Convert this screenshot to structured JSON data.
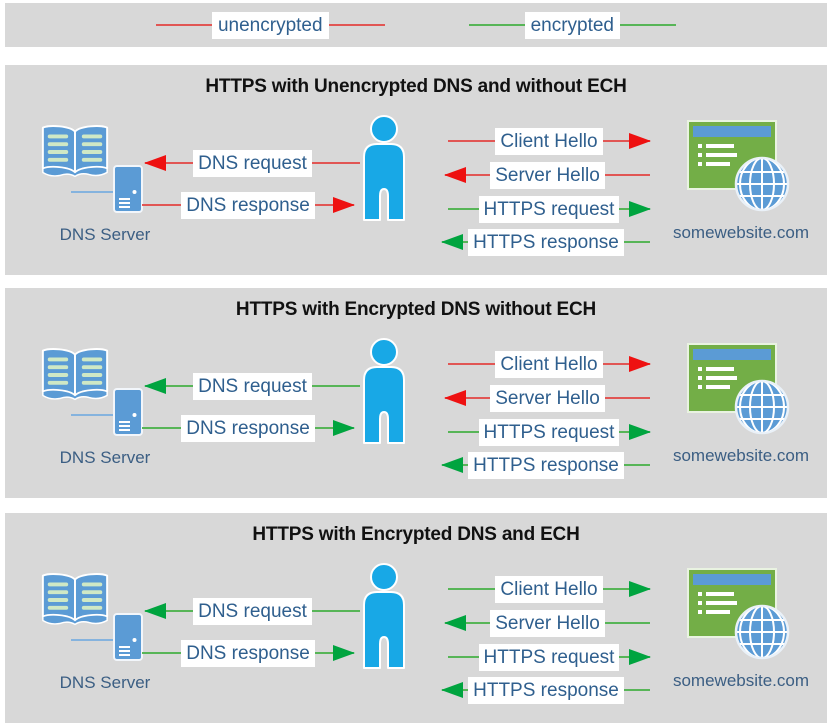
{
  "legend": {
    "items": [
      {
        "label": "unencrypted",
        "color_key": "red"
      },
      {
        "label": "encrypted",
        "color_key": "green"
      }
    ]
  },
  "colors": {
    "panel_background": "#d8d8d8",
    "unencrypted_line": "#e15654",
    "unencrypted_arrowhead": "#ee1111",
    "encrypted_line": "#57b557",
    "encrypted_arrowhead": "#00a43f",
    "label_text": "#2f5f8e",
    "caption_text": "#3b5e83",
    "person_blue": "#18a8e6",
    "icon_blue": "#5b9bd5",
    "icon_green": "#73ae47"
  },
  "icons": {
    "dns_server": "open-book-with-server-tower-icon",
    "user": "person-silhouette-icon",
    "website": "browser-window-with-globe-icon",
    "arrowhead": "triangle-arrowhead-icon"
  },
  "panels": [
    {
      "title": "HTTPS with Unencrypted DNS and without ECH",
      "dns_server_label": "DNS Server",
      "website_label": "somewebsite.com",
      "arrows": {
        "dns_request": {
          "label": "DNS request",
          "color": "red",
          "direction": "left"
        },
        "dns_response": {
          "label": "DNS response",
          "color": "red",
          "direction": "right"
        },
        "client_hello": {
          "label": "Client Hello",
          "color": "red",
          "direction": "right"
        },
        "server_hello": {
          "label": "Server Hello",
          "color": "red",
          "direction": "left"
        },
        "https_request": {
          "label": "HTTPS request",
          "color": "green",
          "direction": "right"
        },
        "https_response": {
          "label": "HTTPS response",
          "color": "green",
          "direction": "left"
        }
      }
    },
    {
      "title": "HTTPS with Encrypted DNS without ECH",
      "dns_server_label": "DNS Server",
      "website_label": "somewebsite.com",
      "arrows": {
        "dns_request": {
          "label": "DNS request",
          "color": "green",
          "direction": "left"
        },
        "dns_response": {
          "label": "DNS response",
          "color": "green",
          "direction": "right"
        },
        "client_hello": {
          "label": "Client Hello",
          "color": "red",
          "direction": "right"
        },
        "server_hello": {
          "label": "Server Hello",
          "color": "red",
          "direction": "left"
        },
        "https_request": {
          "label": "HTTPS request",
          "color": "green",
          "direction": "right"
        },
        "https_response": {
          "label": "HTTPS response",
          "color": "green",
          "direction": "left"
        }
      }
    },
    {
      "title": "HTTPS with Encrypted DNS and ECH",
      "dns_server_label": "DNS Server",
      "website_label": "somewebsite.com",
      "arrows": {
        "dns_request": {
          "label": "DNS request",
          "color": "green",
          "direction": "left"
        },
        "dns_response": {
          "label": "DNS response",
          "color": "green",
          "direction": "right"
        },
        "client_hello": {
          "label": "Client Hello",
          "color": "green",
          "direction": "right"
        },
        "server_hello": {
          "label": "Server Hello",
          "color": "green",
          "direction": "left"
        },
        "https_request": {
          "label": "HTTPS request",
          "color": "green",
          "direction": "right"
        },
        "https_response": {
          "label": "HTTPS response",
          "color": "green",
          "direction": "left"
        }
      }
    }
  ]
}
